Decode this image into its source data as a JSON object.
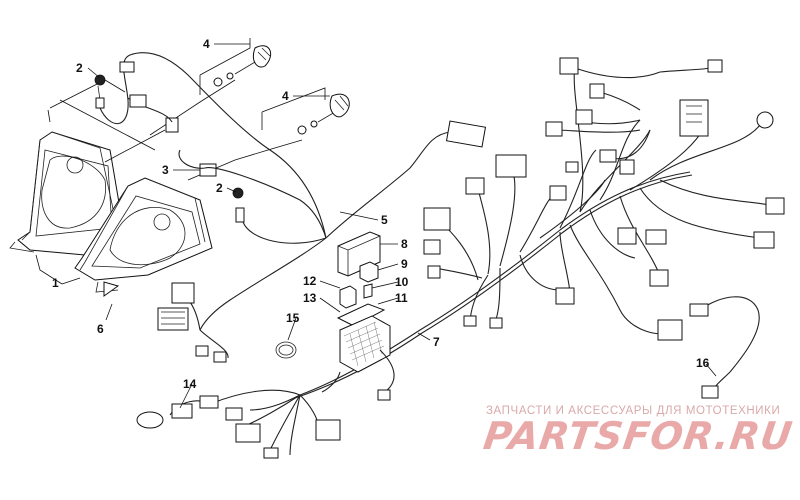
{
  "diagram": {
    "part_numbers": [
      "1",
      "2",
      "3",
      "4",
      "5",
      "6",
      "7",
      "8",
      "9",
      "10",
      "11",
      "12",
      "13",
      "14",
      "15",
      "16"
    ],
    "callouts": {
      "p1": "1",
      "p2a": "2",
      "p2b": "2",
      "p3": "3",
      "p4a": "4",
      "p4b": "4",
      "p5": "5",
      "p6": "6",
      "p7": "7",
      "p8": "8",
      "p9": "9",
      "p10": "10",
      "p11": "11",
      "p12": "12",
      "p13": "13",
      "p14": "14",
      "p15": "15",
      "p16": "16"
    }
  },
  "watermark": {
    "line1": "ЗАПЧАСТИ И АКСЕССУАРЫ ДЛЯ МОТОТЕХНИКИ",
    "logo": "PARTSFOR.RU"
  }
}
